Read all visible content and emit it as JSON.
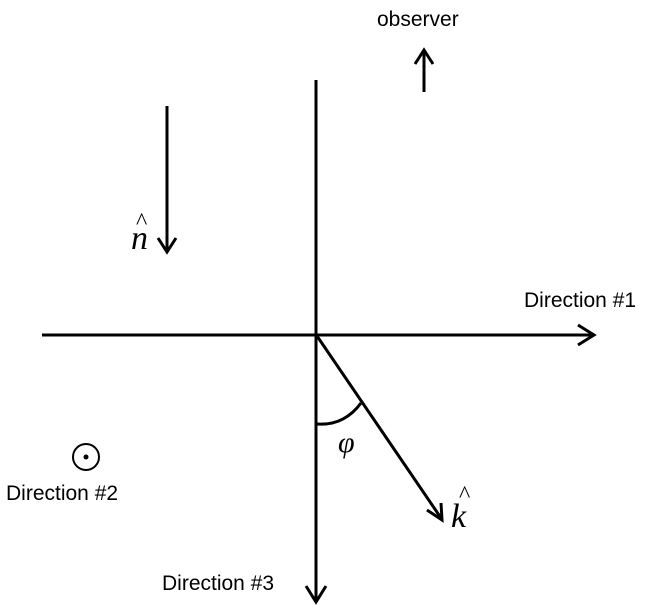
{
  "labels": {
    "observer": "observer",
    "direction1": "Direction #1",
    "direction2": "Direction #2",
    "direction3": "Direction #3"
  },
  "symbols": {
    "n": "n",
    "k": "k",
    "phi": "φ",
    "hat": "^"
  },
  "colors": {
    "stroke": "#000000",
    "background": "#ffffff"
  },
  "icons": {
    "out_of_page": "circle-dot-icon"
  }
}
